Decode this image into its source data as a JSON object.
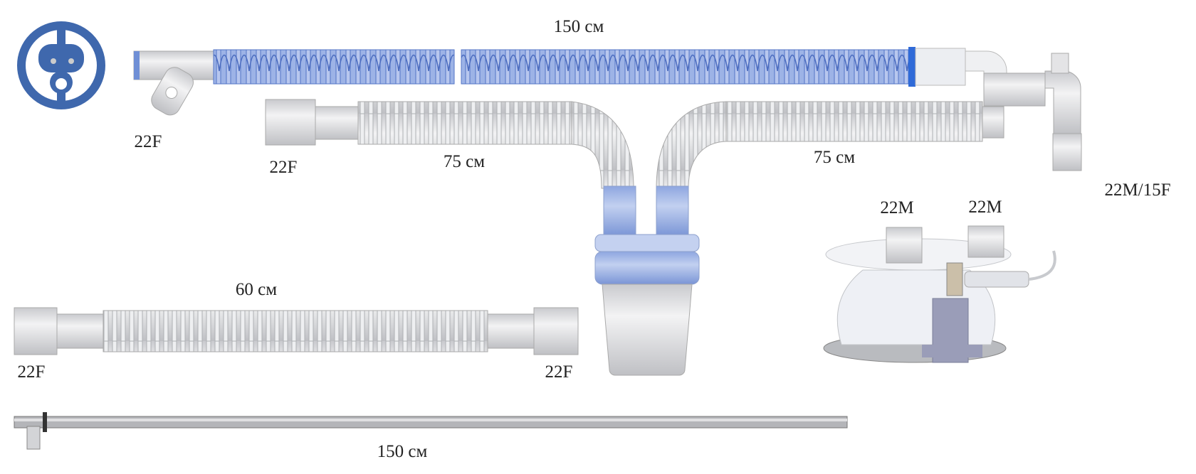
{
  "logo": {
    "icon": "medical-logo-icon",
    "color": "#3f68ad"
  },
  "labels": {
    "top_tube_length": "150 см",
    "top_left_port": "22F",
    "limb_left_port": "22F",
    "limb_left_length": "75 см",
    "limb_right_length": "75 см",
    "patient_port": "22M/15F",
    "chamber_port_1": "22M",
    "chamber_port_2": "22M",
    "short_tube_length": "60 см",
    "short_tube_left_port": "22F",
    "short_tube_right_port": "22F",
    "line_length": "150 см"
  },
  "colors": {
    "blue_tube": "#6f8fd6",
    "tube_grey": "#d8d9dc",
    "outline": "#a6a8ad"
  }
}
